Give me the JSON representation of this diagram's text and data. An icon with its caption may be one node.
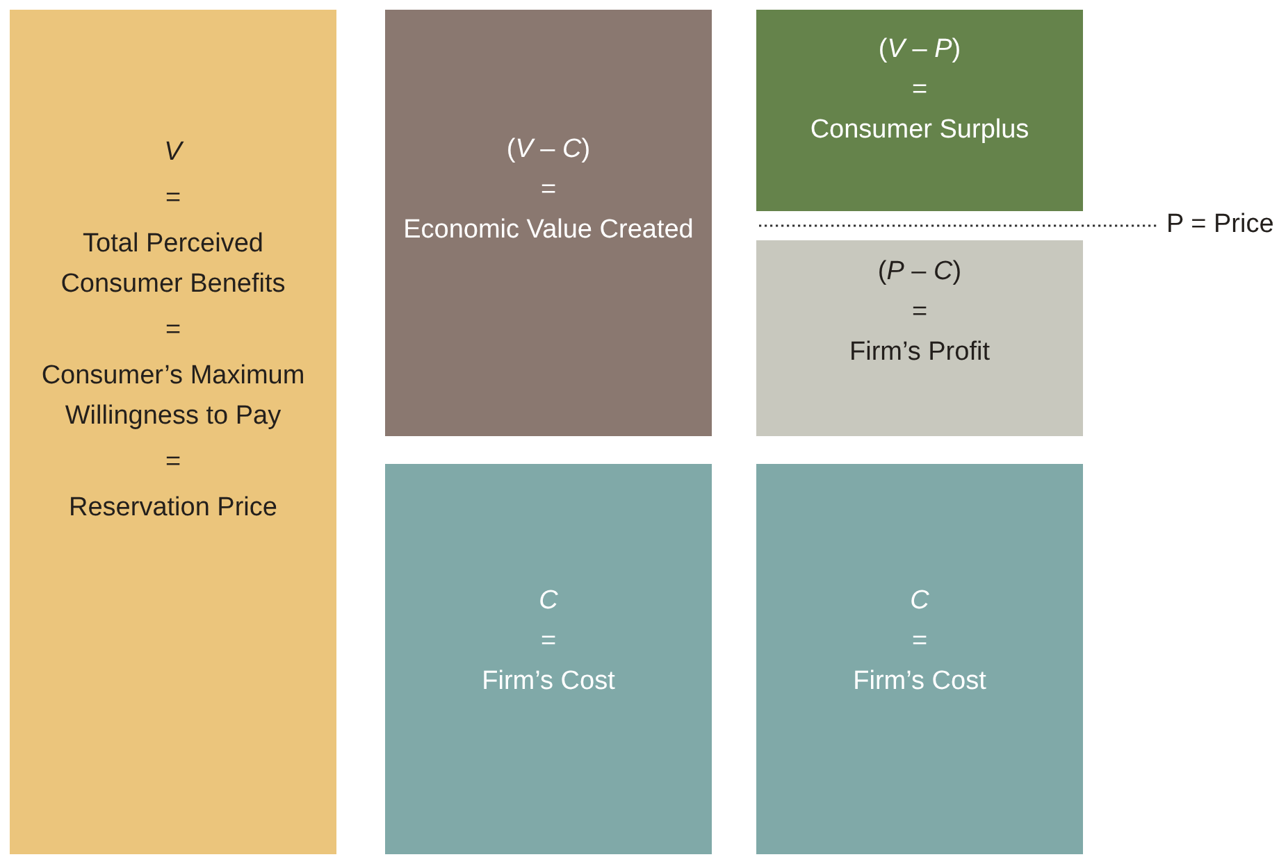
{
  "diagram": {
    "nodes": [
      {
        "text": [
          "*V*",
          "=",
          "Total Perceived Consumer Benefits",
          "=",
          "Consumer’s Maximum Willingness to Pay",
          "=",
          "Reservation Price"
        ]
      },
      {
        "text": [
          "(*V* – *C*)",
          "=",
          "Economic Value Created"
        ]
      },
      {
        "text": [
          "*C*",
          "=",
          "Firm’s Cost"
        ]
      },
      {
        "text": [
          "(*V* – *P*)",
          "=",
          "Consumer Surplus"
        ]
      },
      {
        "text": [
          "(*P* – *C*)",
          "=",
          "Firm’s Profit"
        ]
      },
      {
        "text": [
          "*C*",
          "=",
          "Firm’s Cost"
        ]
      }
    ],
    "labels": [
      "P = Price"
    ]
  }
}
